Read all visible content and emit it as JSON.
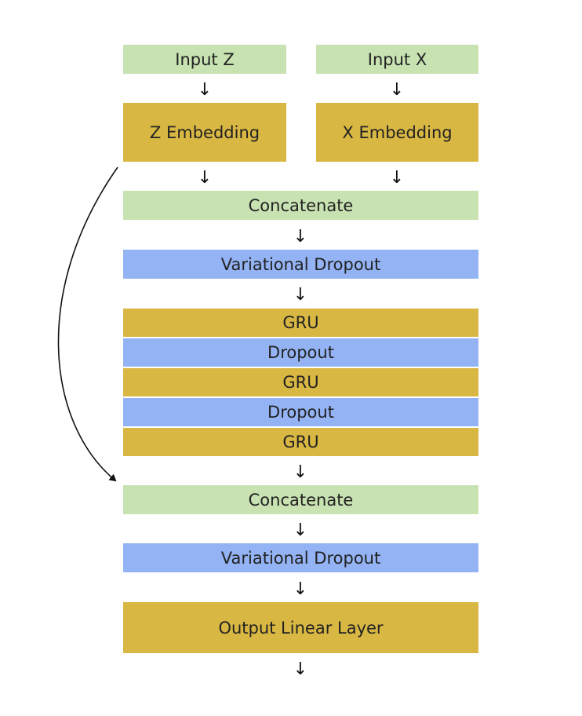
{
  "nodes": {
    "input_z": "Input Z",
    "input_x": "Input X",
    "z_embedding": "Z Embedding",
    "x_embedding": "X Embedding",
    "concatenate_1": "Concatenate",
    "variational_dropout_1": "Variational Dropout",
    "gru_1": "GRU",
    "dropout_1": "Dropout",
    "gru_2": "GRU",
    "dropout_2": "Dropout",
    "gru_3": "GRU",
    "concatenate_2": "Concatenate",
    "variational_dropout_2": "Variational Dropout",
    "output_linear_layer": "Output Linear Layer"
  },
  "arrow_glyph": "↓",
  "colors": {
    "green": "#c8e2b2",
    "blue": "#93b3f4",
    "gold": "#d9b743"
  }
}
